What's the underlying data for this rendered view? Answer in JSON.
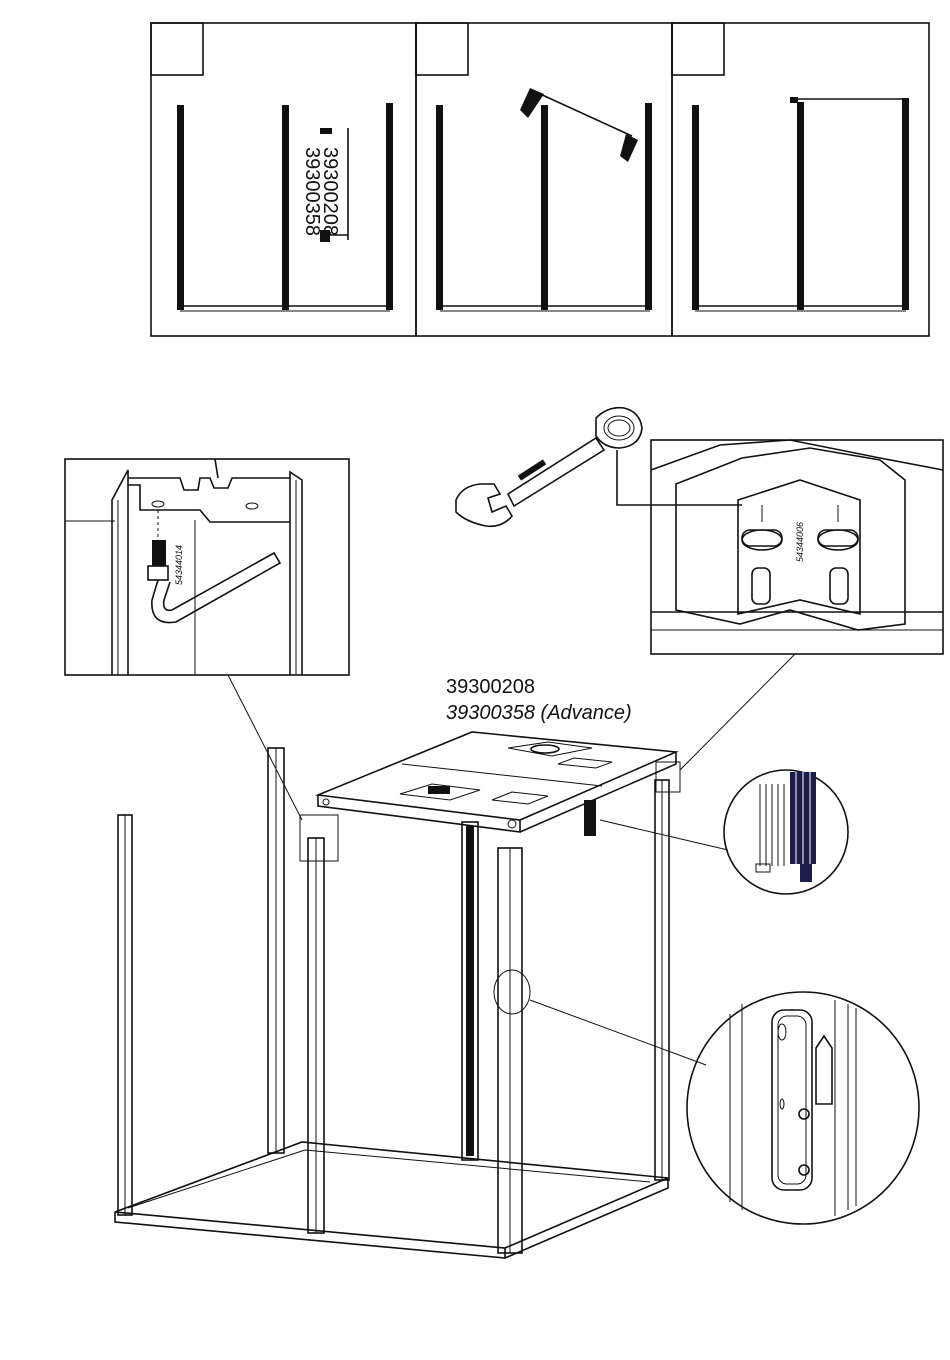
{
  "top_steps": [
    {
      "step_number": "",
      "part_numbers": [
        "39300208",
        "39300358"
      ]
    },
    {
      "step_number": ""
    },
    {
      "step_number": ""
    }
  ],
  "main_labels": {
    "part_number": "39300208",
    "part_number_advance": "39300358 (Advance)"
  },
  "detail_hex_key": {
    "part_number": "54344014"
  },
  "detail_corner": {
    "part_number": "54344006"
  },
  "colors": {
    "line": "#111111",
    "cable_highlight": "#1c1c4a",
    "background": "#ffffff"
  }
}
